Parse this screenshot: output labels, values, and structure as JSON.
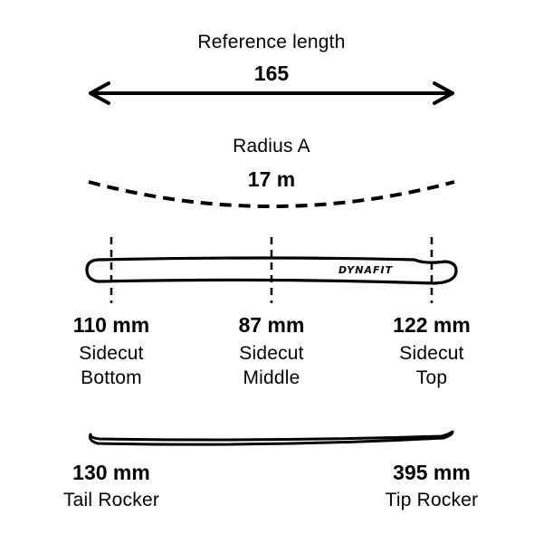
{
  "reference": {
    "label": "Reference length",
    "value": "165"
  },
  "radius": {
    "label": "Radius A",
    "value": "17 m"
  },
  "brand": "DYNAFIT",
  "sidecut": [
    {
      "value": "110 mm",
      "line1": "Sidecut",
      "line2": "Bottom"
    },
    {
      "value": "87 mm",
      "line1": "Sidecut",
      "line2": "Middle"
    },
    {
      "value": "122 mm",
      "line1": "Sidecut",
      "line2": "Top"
    }
  ],
  "rocker": [
    {
      "value": "130 mm",
      "label": "Tail Rocker"
    },
    {
      "value": "395 mm",
      "label": "Tip Rocker"
    }
  ]
}
